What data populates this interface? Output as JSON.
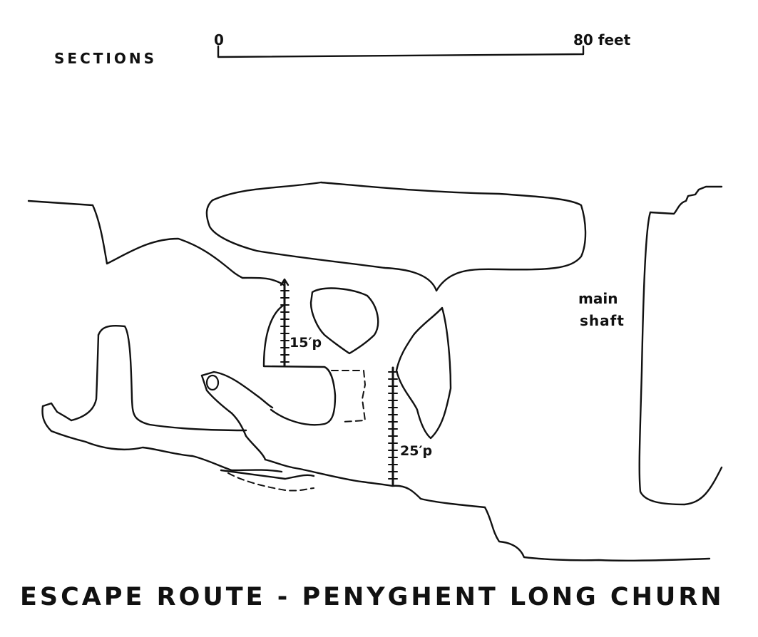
{
  "header": {
    "sections_label": "SECTIONS",
    "scale": {
      "start_label": "0",
      "end_label": "80 feet",
      "length_feet": 80
    }
  },
  "annotations": {
    "main_shaft_line1": "main",
    "main_shaft_line2": "shaft",
    "pitch_upper": "15′p",
    "pitch_lower": "25′p"
  },
  "pitches": [
    {
      "label": "15′p",
      "height_feet": 15
    },
    {
      "label": "25′p",
      "height_feet": 25
    }
  ],
  "title": "ESCAPE ROUTE - PENYGHENT LONG CHURN",
  "colors": {
    "ink": "#111111",
    "paper": "#ffffff"
  }
}
